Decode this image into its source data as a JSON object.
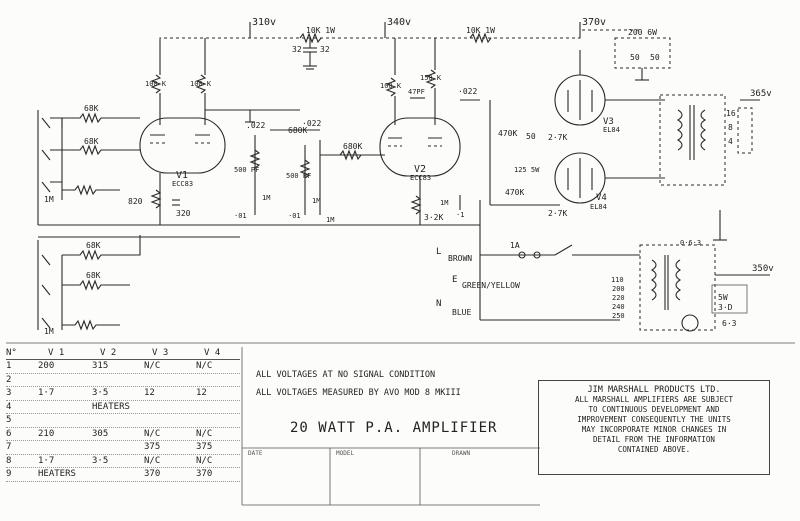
{
  "voltages": {
    "rail_v1": "310v",
    "rail_v2": "340v",
    "rail_v3": "370v",
    "out_top": "365v",
    "out_mains": "350v"
  },
  "components": {
    "r_68k_a": "68K",
    "r_68k_b": "68K",
    "r_1m_in": "1M",
    "r_100k_1": "100\nK",
    "r_100k_2": "100\nK",
    "r_820": "820",
    "c_320": "320",
    "c_022_a": ".022",
    "c_500pf_a": "500 PF",
    "c_01_a": "·01",
    "r_1m_a": "1M",
    "r_680k_a": "680K",
    "c_022_b": "·022",
    "c_500pf_b": "500 PF",
    "c_01_b": "·01",
    "r_1m_b": "1M",
    "r_1m_c": "1M",
    "r_680k_b": "680K",
    "r_10k_1w_a": "10K 1W",
    "c_32": "32",
    "c_32b": "32",
    "r_10k_1w_b": "10K 1W",
    "r_200_6w": "200 6W",
    "c_50_a": "50",
    "c_50_b": "50",
    "r_100k_3": "100\nK",
    "c_47pf": "47PF",
    "r_150k": "150\nK",
    "c_022_c": "·022",
    "r_470k_a": "470K",
    "c_50_c": "50",
    "r_1m_d": "1M",
    "r_125_5w": "125\n5W",
    "r_470k_b": "470K",
    "r_3_2k": "3·2K",
    "c_1": "·1",
    "r_2_7k_a": "2·7K",
    "r_2_7k_b": "2·7K",
    "r_68k_c": "68K",
    "r_68k_d": "68K",
    "r_1m_e": "1M",
    "fuse": "1A",
    "oz_16": "16",
    "oz_8": "8",
    "oz_4": "4"
  },
  "tubes": {
    "v1_name": "V1",
    "v1_type": "ECC83",
    "v2_name": "V2",
    "v2_type": "ECC83",
    "v3_name": "V3",
    "v3_type": "EL84",
    "v4_name": "V4",
    "v4_type": "EL84"
  },
  "mains": {
    "live": "L",
    "live_color": "BROWN",
    "earth": "E",
    "earth_color": "GREEN/YELLOW",
    "neutral": "N",
    "neutral_color": "BLUE",
    "taps": [
      "110",
      "200",
      "220",
      "240",
      "250"
    ],
    "ht_label": "0·6·3",
    "ht_b": "5W",
    "ht_c": "3·D",
    "ht_d": "6·3"
  },
  "table": {
    "headers": [
      "N°",
      "V 1",
      "V 2",
      "V 3",
      "V 4"
    ],
    "rows": [
      [
        "1",
        "200",
        "315",
        "N/C",
        "N/C"
      ],
      [
        "2",
        "",
        "",
        "",
        ""
      ],
      [
        "3",
        "1·7",
        "3·5",
        "12",
        "12"
      ],
      [
        "4",
        "",
        "HEATERS",
        "",
        ""
      ],
      [
        "5",
        "",
        "",
        "",
        ""
      ],
      [
        "6",
        "210",
        "305",
        "N/C",
        "N/C"
      ],
      [
        "7",
        "",
        "",
        "375",
        "375"
      ],
      [
        "8",
        "1·7",
        "3·5",
        "N/C",
        "N/C"
      ],
      [
        "9",
        "HEATERS",
        "",
        "370",
        "370"
      ]
    ]
  },
  "notes": {
    "line1": "ALL VOLTAGES AT NO SIGNAL CONDITION",
    "line2": "ALL VOLTAGES MEASURED BY AVO MOD 8 MKIII",
    "title": "20 WATT P.A. AMPLIFIER",
    "date_label": "DATE",
    "model_label": "MODEL",
    "drawn_label": "DRAWN"
  },
  "company": {
    "name": "JIM MARSHALL PRODUCTS LTD.",
    "l1": "ALL MARSHALL AMPLIFIERS ARE SUBJECT",
    "l2": "TO CONTINUOUS DEVELOPMENT AND",
    "l3": "IMPROVEMENT CONSEQUENTLY THE UNITS",
    "l4": "MAY INCORPORATE MINOR CHANGES IN",
    "l5": "DETAIL FROM THE INFORMATION",
    "l6": "CONTAINED ABOVE."
  }
}
